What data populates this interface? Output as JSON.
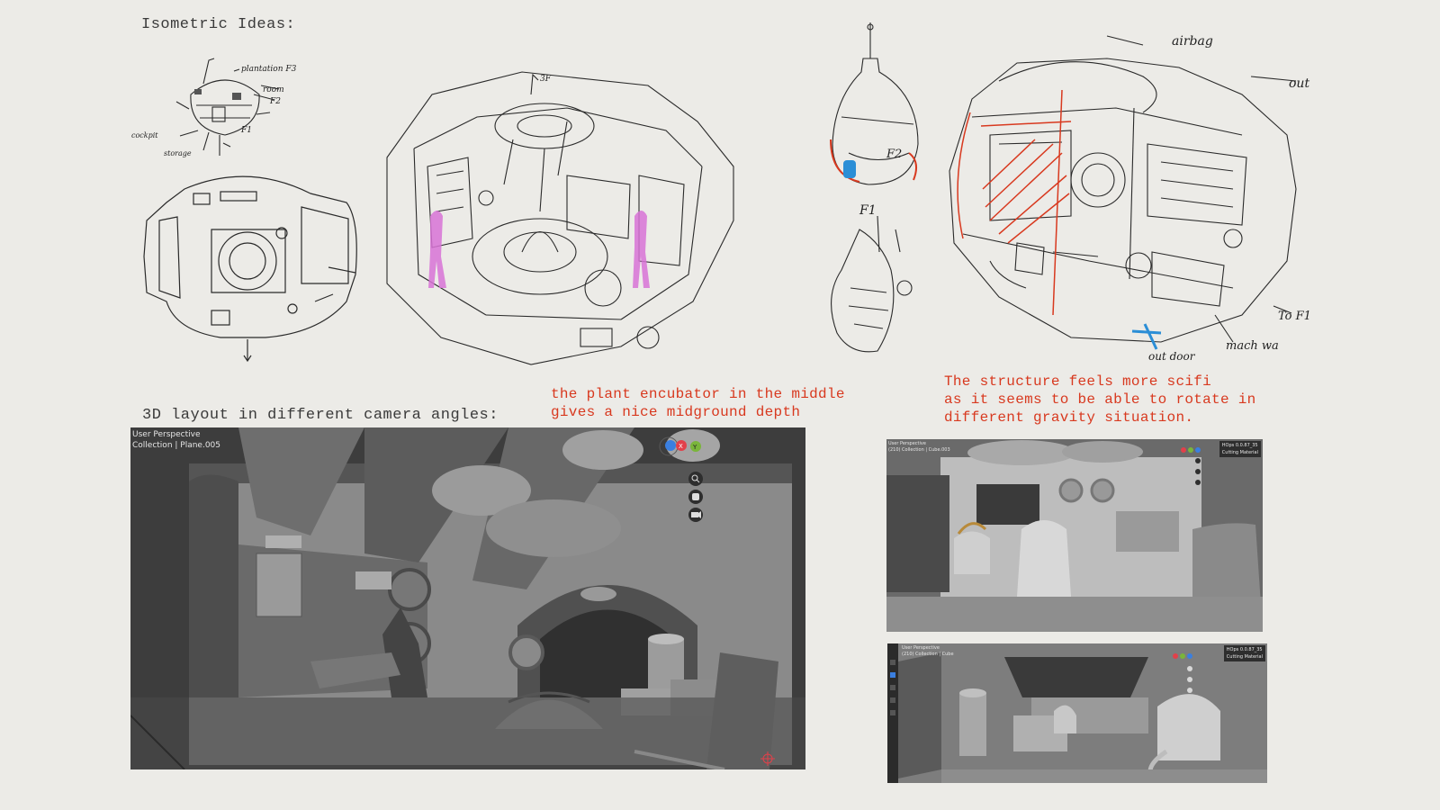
{
  "headings": {
    "isometric": "Isometric Ideas:",
    "layout3d": "3D layout in different camera angles:"
  },
  "notes": {
    "plant": [
      "the plant encubator in the middle",
      "gives a nice midground depth"
    ],
    "structure": [
      "The structure feels more scifi",
      "as it seems to be able to rotate in",
      "different gravity situation."
    ]
  },
  "sketch_labels": {
    "plantation": "plantation F3",
    "room": "room",
    "f2_small": "F2",
    "f1_small": "F1",
    "cockpit": "cockpit",
    "storage": "storage",
    "threeF": "3F",
    "airbag": "airbag",
    "out": "out",
    "f2": "F2",
    "f1": "F1",
    "to_f1": "To F1",
    "mach": "mach wa",
    "door": "out door"
  },
  "viewports": {
    "main": {
      "line1": "User Perspective",
      "line2": "Collection | Plane.005"
    },
    "top_right": {
      "line1": "User Perspective",
      "line2": "(210) Collection | Cube.003",
      "side1": "HOps 0.0.87_35",
      "side2": "Cutting Material"
    },
    "bottom_right": {
      "line1": "User Perspective",
      "line2": "(210) Collection | Cube",
      "side1": "HOps 0.0.87_35",
      "side2": "Cutting Material"
    }
  },
  "colors": {
    "background": "#ecebe7",
    "note_red": "#d8391f",
    "figure_magenta": "#d873d6",
    "accent_blue": "#2b8ed6",
    "sketch_red": "#d8391f",
    "gizmo_x": "#e2404a",
    "gizmo_y": "#7ab53a",
    "gizmo_z": "#3a7fe0"
  },
  "icons": [
    "zoom-icon",
    "hand-pan-icon",
    "camera-icon",
    "axis-gizmo-icon"
  ]
}
